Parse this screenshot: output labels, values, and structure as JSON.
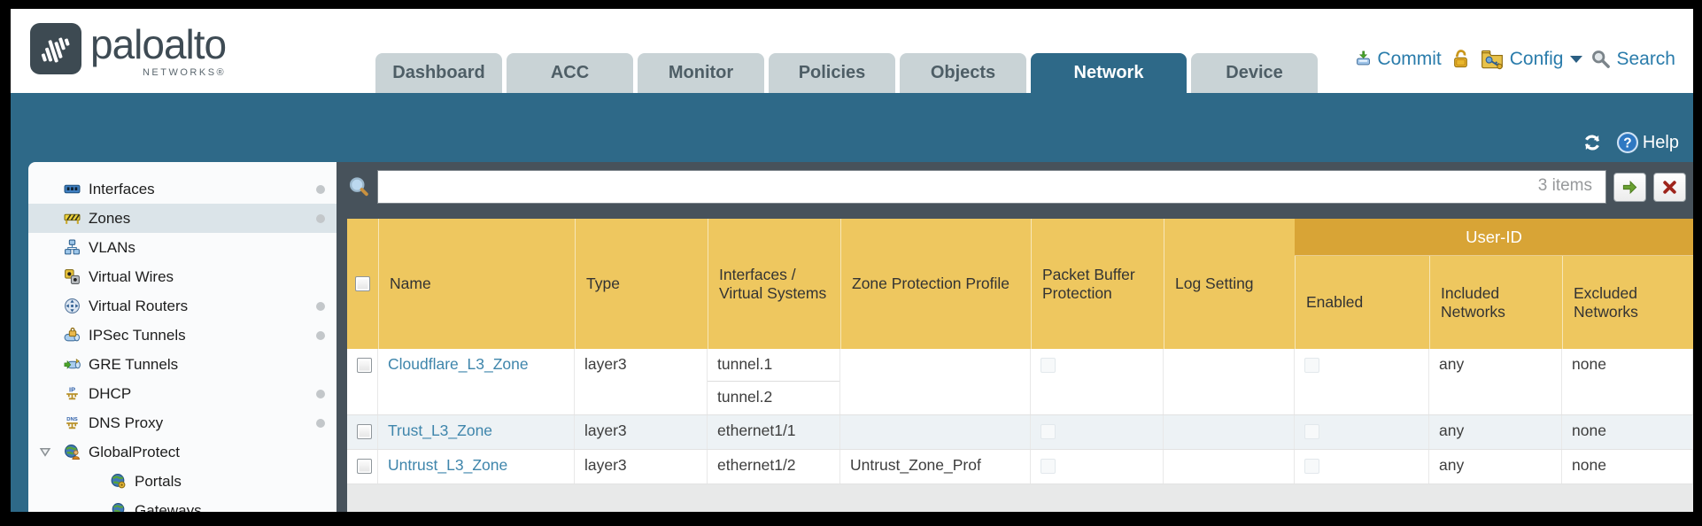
{
  "brand": {
    "name": "paloalto",
    "subtitle": "NETWORKS®"
  },
  "tabs": {
    "items": [
      {
        "label": "Dashboard"
      },
      {
        "label": "ACC"
      },
      {
        "label": "Monitor"
      },
      {
        "label": "Policies"
      },
      {
        "label": "Objects"
      },
      {
        "label": "Network"
      },
      {
        "label": "Device"
      }
    ],
    "active": "Network"
  },
  "quickbar": {
    "commit": "Commit",
    "config": "Config",
    "search": "Search"
  },
  "utility": {
    "help": "Help"
  },
  "sidebar": {
    "items": [
      {
        "label": "Interfaces"
      },
      {
        "label": "Zones"
      },
      {
        "label": "VLANs"
      },
      {
        "label": "Virtual Wires"
      },
      {
        "label": "Virtual Routers"
      },
      {
        "label": "IPSec Tunnels"
      },
      {
        "label": "GRE Tunnels"
      },
      {
        "label": "DHCP"
      },
      {
        "label": "DNS Proxy"
      },
      {
        "label": "GlobalProtect"
      },
      {
        "label": "Portals"
      },
      {
        "label": "Gateways"
      }
    ],
    "selected": "Zones"
  },
  "filter": {
    "value": "",
    "count": "3 items"
  },
  "table": {
    "group_header": "User-ID",
    "columns": [
      "Name",
      "Type",
      "Interfaces / Virtual Systems",
      "Zone Protection Profile",
      "Packet Buffer Protection",
      "Log Setting",
      "Enabled",
      "Included Networks",
      "Excluded Networks"
    ],
    "rows": [
      {
        "name": "Cloudflare_L3_Zone",
        "type": "layer3",
        "interfaces": [
          "tunnel.1",
          "tunnel.2"
        ],
        "zone_protection_profile": "",
        "packet_buffer_protection_checked": false,
        "log_setting": "",
        "user_id_enabled_checked": false,
        "included_networks": "any",
        "excluded_networks": "none"
      },
      {
        "name": "Trust_L3_Zone",
        "type": "layer3",
        "interfaces": [
          "ethernet1/1"
        ],
        "zone_protection_profile": "",
        "packet_buffer_protection_checked": false,
        "log_setting": "",
        "user_id_enabled_checked": false,
        "included_networks": "any",
        "excluded_networks": "none"
      },
      {
        "name": "Untrust_L3_Zone",
        "type": "layer3",
        "interfaces": [
          "ethernet1/2"
        ],
        "zone_protection_profile": "Untrust_Zone_Prof",
        "packet_buffer_protection_checked": false,
        "log_setting": "",
        "user_id_enabled_checked": false,
        "included_networks": "any",
        "excluded_networks": "none"
      }
    ]
  },
  "colors": {
    "teal_band": "#2e6988",
    "content_slate": "#47525b",
    "header_amber": "#eec75f",
    "group_amber": "#d8a436",
    "link_blue": "#3e85ab",
    "tab_gray": "#c9d3d6",
    "row_alt": "#edf2f5"
  }
}
